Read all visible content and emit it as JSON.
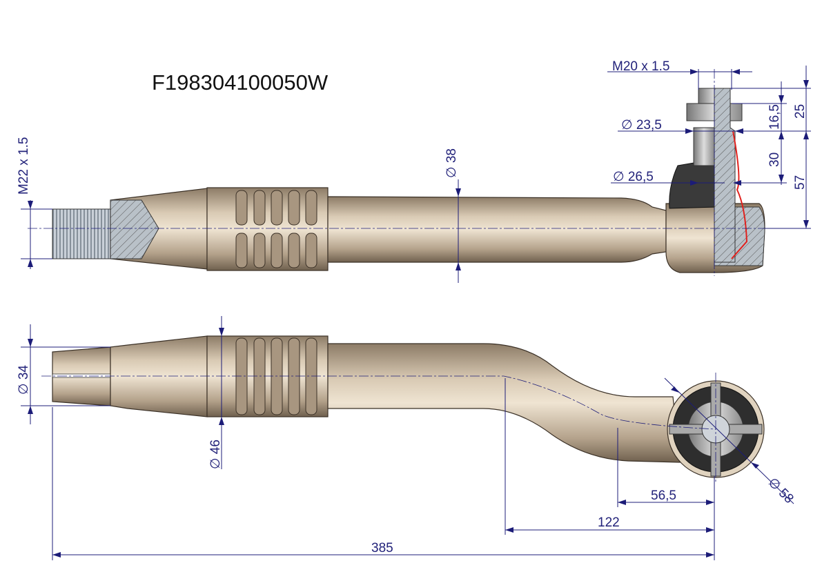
{
  "title": "F198304100050W",
  "colors": {
    "body": "#c8b8a2",
    "dimension": "#1c1c78",
    "section_line": "#e0201c"
  },
  "top_view": {
    "thread_end": "M22 x 1.5",
    "rod_diameter": "∅ 38",
    "stud_thread": "M20 x 1.5",
    "stud_diameter_upper": "∅ 23,5",
    "stud_diameter_lower": "∅ 26,5",
    "dim_25": "25",
    "dim_16_5": "16,5",
    "dim_30": "30",
    "dim_57": "57"
  },
  "bottom_view": {
    "end_diameter": "∅ 34",
    "grip_diameter": "∅ 46",
    "head_diameter": "∅ 58",
    "offset_56_5": "56,5",
    "offset_122": "122",
    "overall_length": "385"
  }
}
